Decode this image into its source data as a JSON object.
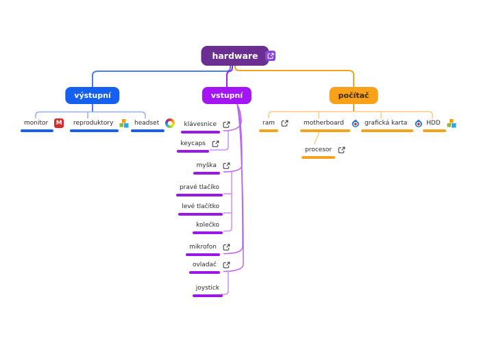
{
  "root": {
    "label": "hardware"
  },
  "branches": {
    "vystupni": {
      "label": "výstupní",
      "color": "#1660ef"
    },
    "vstupni": {
      "label": "vstupní",
      "color": "#a315f5"
    },
    "pocitac": {
      "label": "počítač",
      "color": "#f9a11b"
    }
  },
  "nodes": {
    "monitor": {
      "label": "monitor",
      "icon": "favicon-m"
    },
    "reproduktory": {
      "label": "reproduktory",
      "icon": "favicon-blocks"
    },
    "headset": {
      "label": "headset",
      "icon": "favicon-rainbow"
    },
    "klavesnice": {
      "label": "klávesnice",
      "icon": "external-link"
    },
    "keycaps": {
      "label": "keycaps",
      "icon": "external-link"
    },
    "myska": {
      "label": "myška",
      "icon": "external-link"
    },
    "prave_tlacko": {
      "label": "pravé tlačíko"
    },
    "leve_tlacitko": {
      "label": "levé tlačítko"
    },
    "kolecko": {
      "label": "kolečko"
    },
    "mikrofon": {
      "label": "mikrofon",
      "icon": "external-link"
    },
    "ovladac": {
      "label": "ovladač",
      "icon": "external-link"
    },
    "joystick": {
      "label": "joystick"
    },
    "ram": {
      "label": "ram",
      "icon": "external-link"
    },
    "motherboard": {
      "label": "motherboard",
      "icon": "favicon-flame"
    },
    "graficka": {
      "label": "grafická karta",
      "icon": "favicon-flame"
    },
    "hdd": {
      "label": "HDD",
      "icon": "favicon-blocks"
    },
    "procesor": {
      "label": "procesor",
      "icon": "external-link"
    }
  },
  "colors": {
    "root_bg": "#6b2e91",
    "root_link_bg": "#8a46d9",
    "blue_wire": "#4a7de8",
    "blue_light_wire": "#8fb0f3",
    "purple_wire": "#bb63f2",
    "purple_light_wire": "#cd8df8",
    "orange_wire": "#f6a21f",
    "orange_light_wire": "#fcca84",
    "underline_blue": "#1660ef",
    "underline_purple": "#9b16e8",
    "underline_orange": "#f5a31e"
  }
}
